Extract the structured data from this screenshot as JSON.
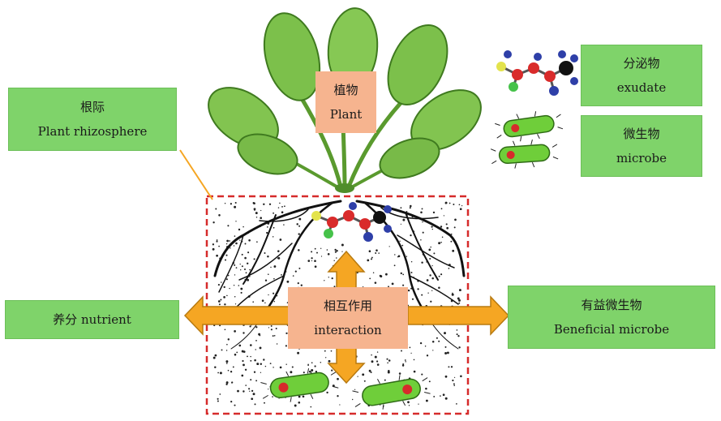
{
  "labels": {
    "plant_cn": "植物",
    "plant_en": "Plant",
    "rhizosphere_cn": "根际",
    "rhizosphere_en": "Plant rhizosphere",
    "exudate_cn": "分泌物",
    "exudate_en": "exudate",
    "microbe_cn": "微生物",
    "microbe_en": "microbe",
    "nutrient": "养分 nutrient",
    "interaction_cn": "相互作用",
    "interaction_en": "interaction",
    "beneficial_cn": "有益微生物",
    "beneficial_en": "Beneficial microbe"
  },
  "colors": {
    "label_green": "#7fd36a",
    "label_peach": "#f6b48f",
    "arrow_orange": "#f5a623",
    "zone_border_red": "#d62b2b",
    "leaf_green": "#7cc04b",
    "bacteria_green": "#6fce3a"
  },
  "icons": [
    "leaf-icon",
    "root-icon",
    "molecule-icon",
    "bacteria-icon",
    "arrow-icon"
  ]
}
